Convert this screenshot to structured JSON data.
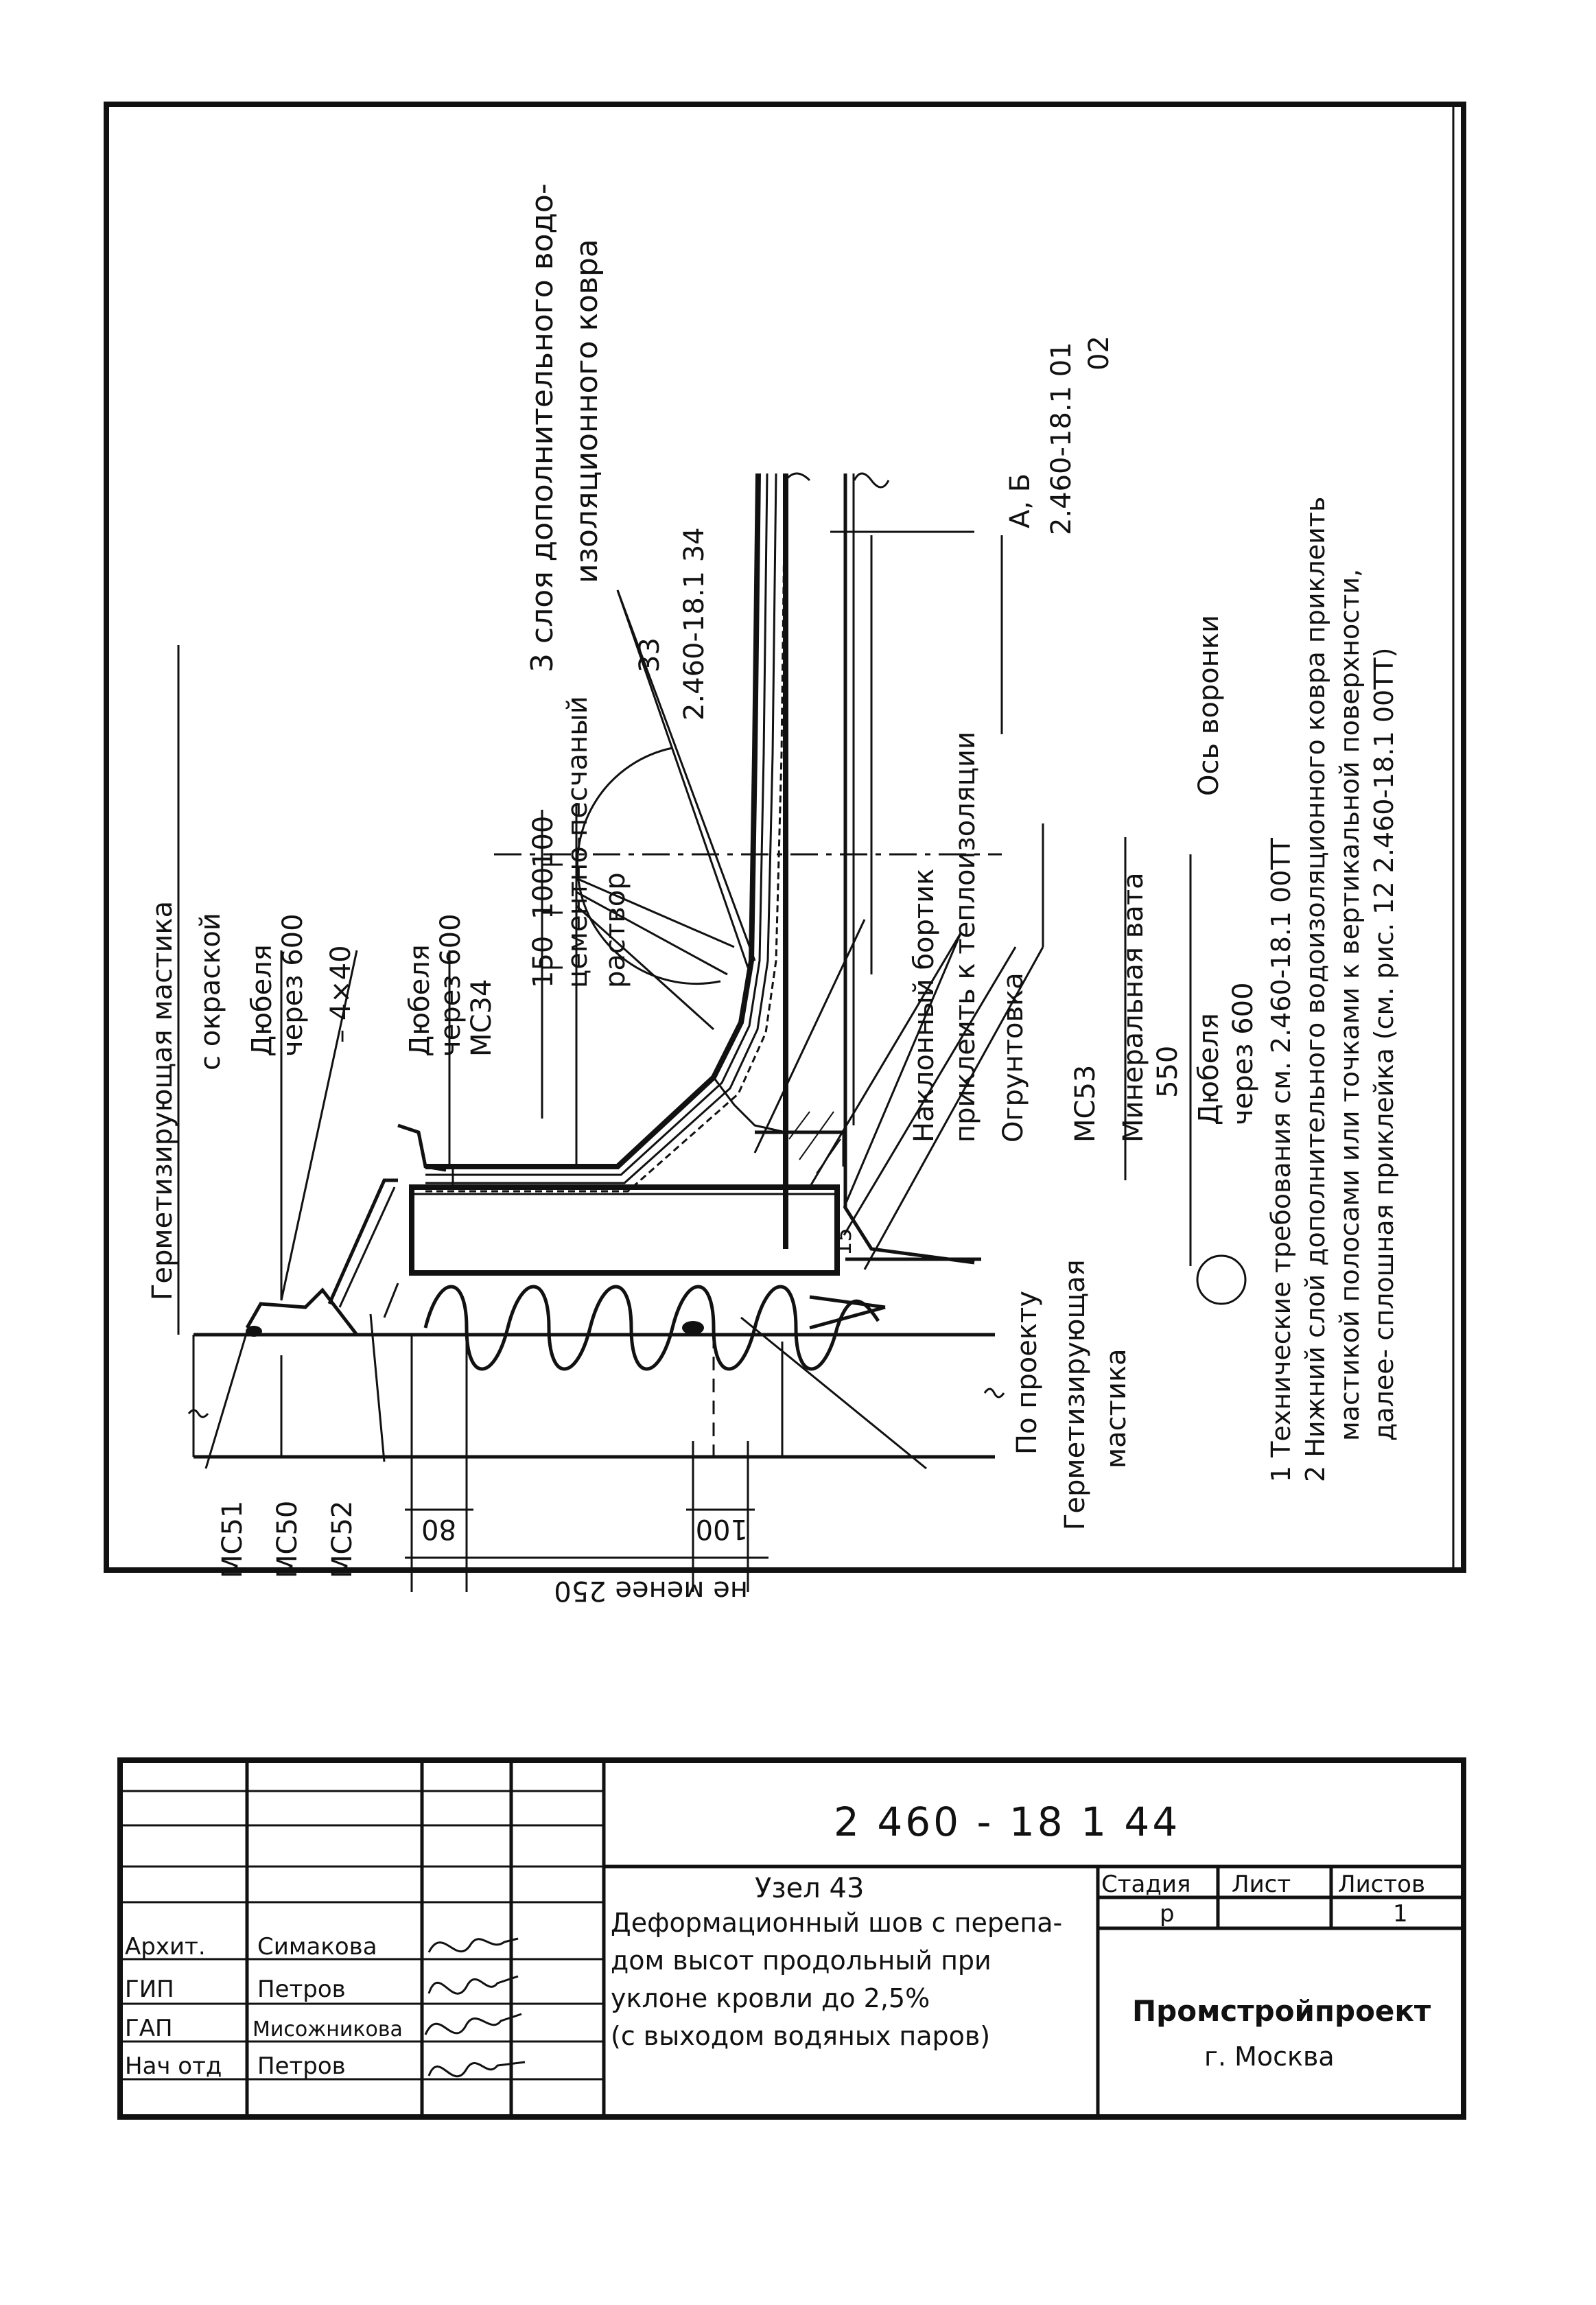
{
  "drawing": {
    "leaders": {
      "top_sealant": "Герметизирующая мастика",
      "top_paint": "с окраской",
      "dowels_1": "Дюбеля",
      "dowels_1_step": "через 600",
      "strip": "– 4×40",
      "dowels_2": "Дюбеля",
      "dowels_2_step": "через 600",
      "ms34": "МС34",
      "dim_150": "150",
      "dim_100a": "100",
      "dim_100b": "100",
      "cement_1": "цементно-песчаный",
      "cement_2": "раствор",
      "extra_layers_1": "3 слоя дополнительного водо-",
      "extra_layers_2": "изоляционного ковра",
      "ref_33_num": "33",
      "ref_33_doc": "2.460-18.1 34",
      "ref_ab_num": "А, Б",
      "ref_ab_doc": "2.460-18.1 01",
      "ref_ab_sheet": "02",
      "sloped_curb": "Наклонный бортик",
      "glue_insul": "приклеить к теплоизоляции",
      "primer": "Огрунтовка",
      "ms53": "МС53",
      "mineral_wool": "Минеральная вата",
      "dim_550": "550",
      "dowels_3": "Дюбеля",
      "dowels_3_step": "через 600",
      "funnel_axis": "Ось воронки",
      "dim_15": "15",
      "by_project": "По проекту",
      "sealant_2a": "Герметизирующая",
      "sealant_2b": "мастика",
      "ms51": "МС51",
      "ms50": "МС50",
      "ms52": "МС52",
      "dim_80": "80",
      "dim_100c": "100",
      "dim_min250": "не менее 250"
    },
    "notes": [
      "1  Технические требования см. 2.460-18.1 00ТТ",
      "2  Нижний слой дополнительного водоизоляционного ковра приклеить",
      "мастикой полосами или точками к вертикальной поверхности,",
      "далее- сплошная приклейка (см. рис. 12  2.460-18.1 00ТТ)"
    ]
  },
  "title_block": {
    "doc_code": "2 460 - 18 1  44",
    "node": "Узел 43",
    "title_lines": [
      "Деформационный шов с перепа-",
      "дом высот продольный при",
      "уклоне  кровли  до 2,5%",
      "(с выходом водяных паров)"
    ],
    "stage_label": "Стадия",
    "sheet_label": "Лист",
    "sheets_label": "Листов",
    "stage_value": "р",
    "sheet_value": "",
    "sheets_value": "1",
    "org": "Промстройпроект",
    "city": "г. Москва",
    "staff": [
      {
        "role": "Архит.",
        "name": "Симакова"
      },
      {
        "role": "ГИП",
        "name": "Петров"
      },
      {
        "role": "ГАП",
        "name": "Мисожникова"
      },
      {
        "role": "Нач отд",
        "name": "Петров"
      }
    ]
  }
}
